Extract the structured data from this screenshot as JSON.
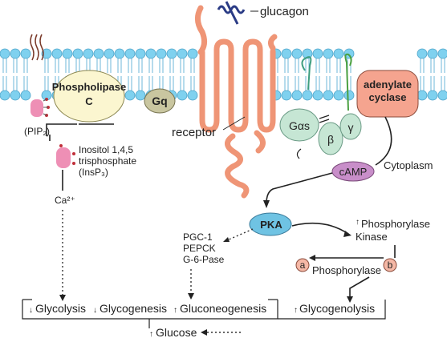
{
  "labels": {
    "glucagon": "glucagon",
    "phospholipase": "Phospholipase",
    "phospholipase_c": "C",
    "gq": "Gq",
    "receptor": "receptor",
    "adenylate": "adenylate",
    "cyclase": "cyclase",
    "g_alpha_s": "Gαs",
    "beta": "β",
    "gamma": "γ",
    "pip2": "(PIP₂)",
    "inositol_1": "Inositol 1,4,5",
    "inositol_2": "trisphosphate",
    "inositol_3": "(InsP₃)",
    "ca": "Ca²⁺",
    "camp": "cAMP",
    "cytoplasm": "Cytoplasm",
    "pka": "PKA",
    "phosphorylase_kinase_1": "Phosphorylase",
    "phosphorylase_kinase_2": "Kinase",
    "pgc1": "PGC-1",
    "pepck": "PEPCK",
    "g6pase": "G-6-Pase",
    "a": "a",
    "b": "b",
    "phosphorylase": "Phosphorylase",
    "glycolysis": "Glycolysis",
    "glycogenesis": "Glycogenesis",
    "gluconeogenesis": "Gluconeogenesis",
    "glycogenolysis": "Glycogenolysis",
    "glucose": "Glucose"
  },
  "colors": {
    "membrane_head": "#7fd1ef",
    "receptor": "#ef9576",
    "phospholipase": "#fbf6d0",
    "gq": "#c9c6a0",
    "adenylate": "#f5a48f",
    "g_alpha_s": "#c6e6d4",
    "beta": "#c6e6d4",
    "gamma": "#c6e6d4",
    "camp": "#c88ec9",
    "pka": "#6fc3e3",
    "pink": "#ee8fb5",
    "ab_circle": "#f5b8a6",
    "glucagon": "#2a3b85"
  }
}
